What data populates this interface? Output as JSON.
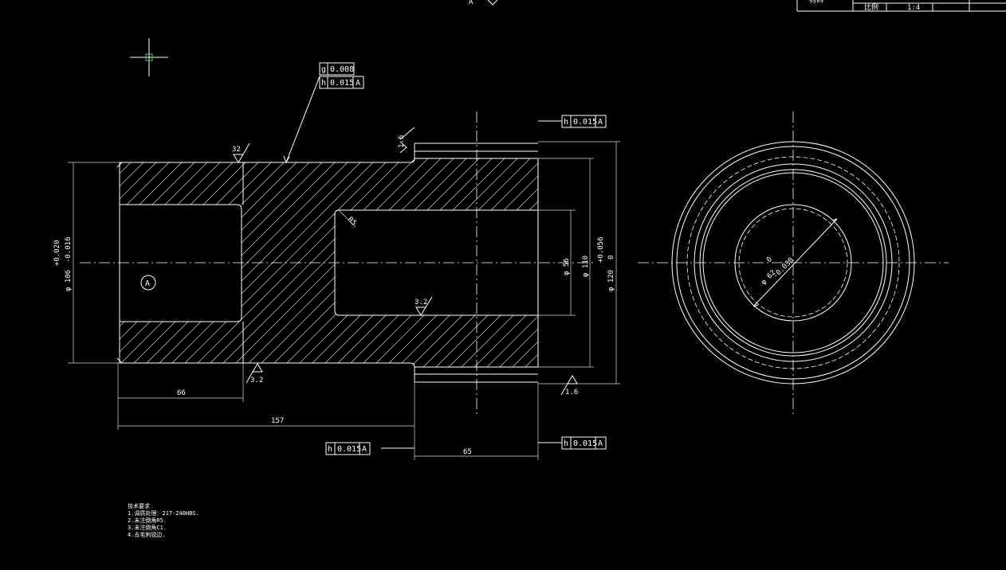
{
  "title_block": {
    "cell_label_1": "材料",
    "cell_value_1": "比例"
  },
  "top_label": "A",
  "datum_marker": "A",
  "gdt": {
    "top_left": [
      {
        "symbol": "g",
        "value": "0.008",
        "datum": ""
      },
      {
        "symbol": "h",
        "value": "0.015",
        "datum": "A"
      }
    ],
    "top_right": {
      "symbol": "h",
      "value": "0.015",
      "datum": "A"
    },
    "bottom_left": {
      "symbol": "h",
      "value": "0.015",
      "datum": "A"
    },
    "bottom_right": {
      "symbol": "h",
      "value": "0.015",
      "datum": "A"
    }
  },
  "roughness": {
    "top_left": "32",
    "top_flange": "1.6",
    "inner_bore": "3.2",
    "bottom_step": "3.2",
    "bottom_flange": "1.6"
  },
  "dimensions": {
    "len_66": "66",
    "len_157": "157",
    "len_65": "65",
    "dia_left": "φ 106",
    "tol_left_upper": "+0.020",
    "tol_left_lower": "-0.016",
    "dia_56": "φ 56",
    "dia_110": "φ 110",
    "dia_120": "φ 120",
    "tol_right_upper": "+0.056",
    "tol_right_lower": "0",
    "radius": "R5",
    "circle_dia": "φ 62",
    "circle_tol_upper": "0",
    "circle_tol_lower": "-0.030"
  },
  "notes": [
    "技术要求",
    "1.调质处理：217-240HBS.",
    "2.未注倒角R5.",
    "3.未注倒角C1.",
    "4.去毛刺锐边."
  ]
}
